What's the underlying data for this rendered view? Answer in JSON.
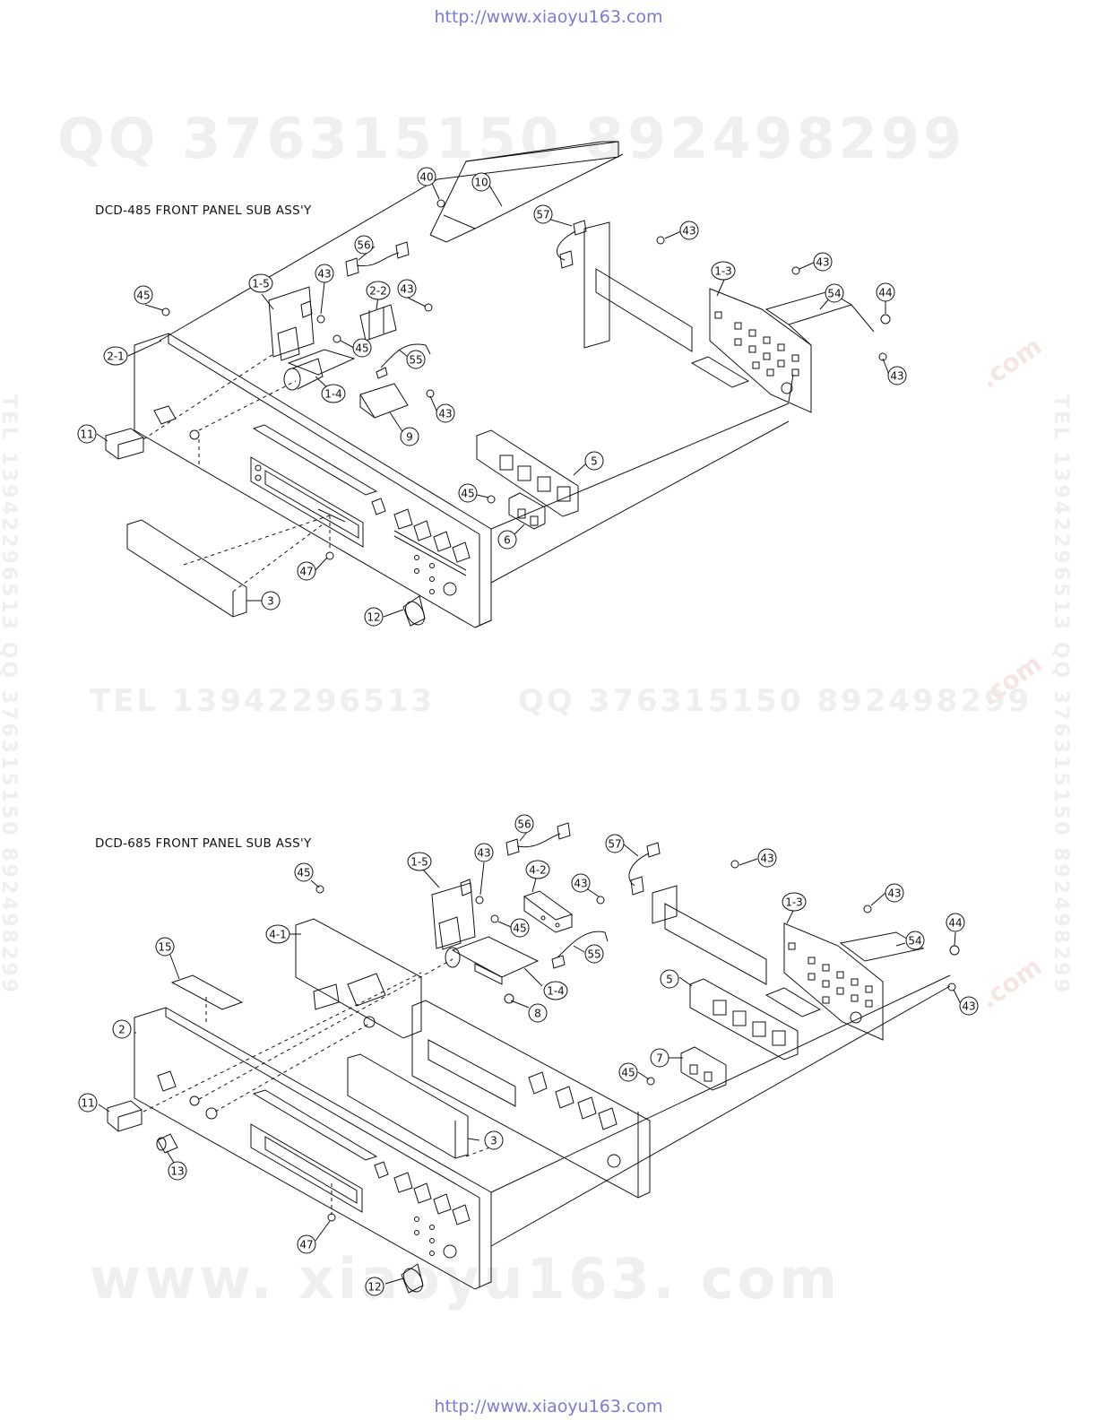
{
  "header": {
    "url": "http://www.xiaoyu163.com"
  },
  "footer": {
    "url": "http://www.xiaoyu163.com"
  },
  "watermarks": {
    "qq_top": "QQ 376315150   892498299",
    "tel_mid": "TEL  13942296513",
    "qq_mid": "QQ  376315150  892498299",
    "www_bottom": "www. xiaoyu163. com",
    "vertical_left": "TEL 13942296513 QQ 376315150 892498299",
    "vertical_right": "TEL 13942296513 QQ 376315150 892498299",
    "dotcom": ".com"
  },
  "diagrams": [
    {
      "title": "DCD-485 FRONT PANEL SUB ASS'Y",
      "callouts": [
        "40",
        "10",
        "57",
        "43",
        "56",
        "1-5",
        "43",
        "2-2",
        "43",
        "1-3",
        "43",
        "54",
        "44",
        "45",
        "45",
        "55",
        "2-1",
        "1-4",
        "43",
        "9",
        "11",
        "5",
        "45",
        "6",
        "47",
        "3",
        "12",
        "43"
      ]
    },
    {
      "title": "DCD-685 FRONT PANEL SUB ASS'Y",
      "callouts": [
        "56",
        "57",
        "43",
        "1-5",
        "43",
        "4-2",
        "43",
        "1-3",
        "43",
        "45",
        "54",
        "44",
        "4-1",
        "45",
        "55",
        "1-4",
        "8",
        "5",
        "43",
        "15",
        "2",
        "7",
        "45",
        "3",
        "11",
        "13",
        "47",
        "12"
      ]
    }
  ]
}
